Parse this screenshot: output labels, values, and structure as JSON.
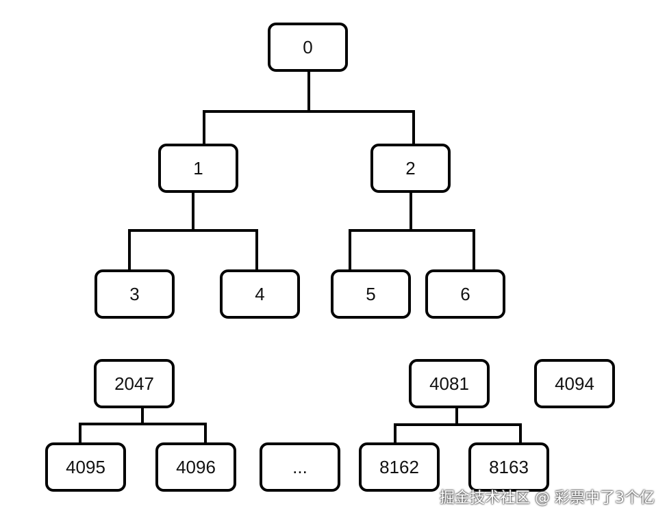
{
  "diagram": {
    "nodes": [
      {
        "id": "n0",
        "label": "0"
      },
      {
        "id": "n1",
        "label": "1"
      },
      {
        "id": "n2",
        "label": "2"
      },
      {
        "id": "n3",
        "label": "3"
      },
      {
        "id": "n4",
        "label": "4"
      },
      {
        "id": "n5",
        "label": "5"
      },
      {
        "id": "n6",
        "label": "6"
      },
      {
        "id": "n2047",
        "label": "2047"
      },
      {
        "id": "n4081",
        "label": "4081"
      },
      {
        "id": "n4094",
        "label": "4094"
      },
      {
        "id": "n4095",
        "label": "4095"
      },
      {
        "id": "n4096",
        "label": "4096"
      },
      {
        "id": "nellipsis",
        "label": "..."
      },
      {
        "id": "n8162",
        "label": "8162"
      },
      {
        "id": "n8163",
        "label": "8163"
      }
    ],
    "edges": [
      {
        "from": "n0",
        "to": [
          "n1",
          "n2"
        ]
      },
      {
        "from": "n1",
        "to": [
          "n3",
          "n4"
        ]
      },
      {
        "from": "n2",
        "to": [
          "n5",
          "n6"
        ]
      },
      {
        "from": "n2047",
        "to": [
          "n4095",
          "n4096"
        ]
      },
      {
        "from": "n4081",
        "to": [
          "n8162",
          "n8163"
        ]
      }
    ]
  },
  "watermark": "掘金技术社区 @ 彩票中了3个亿"
}
